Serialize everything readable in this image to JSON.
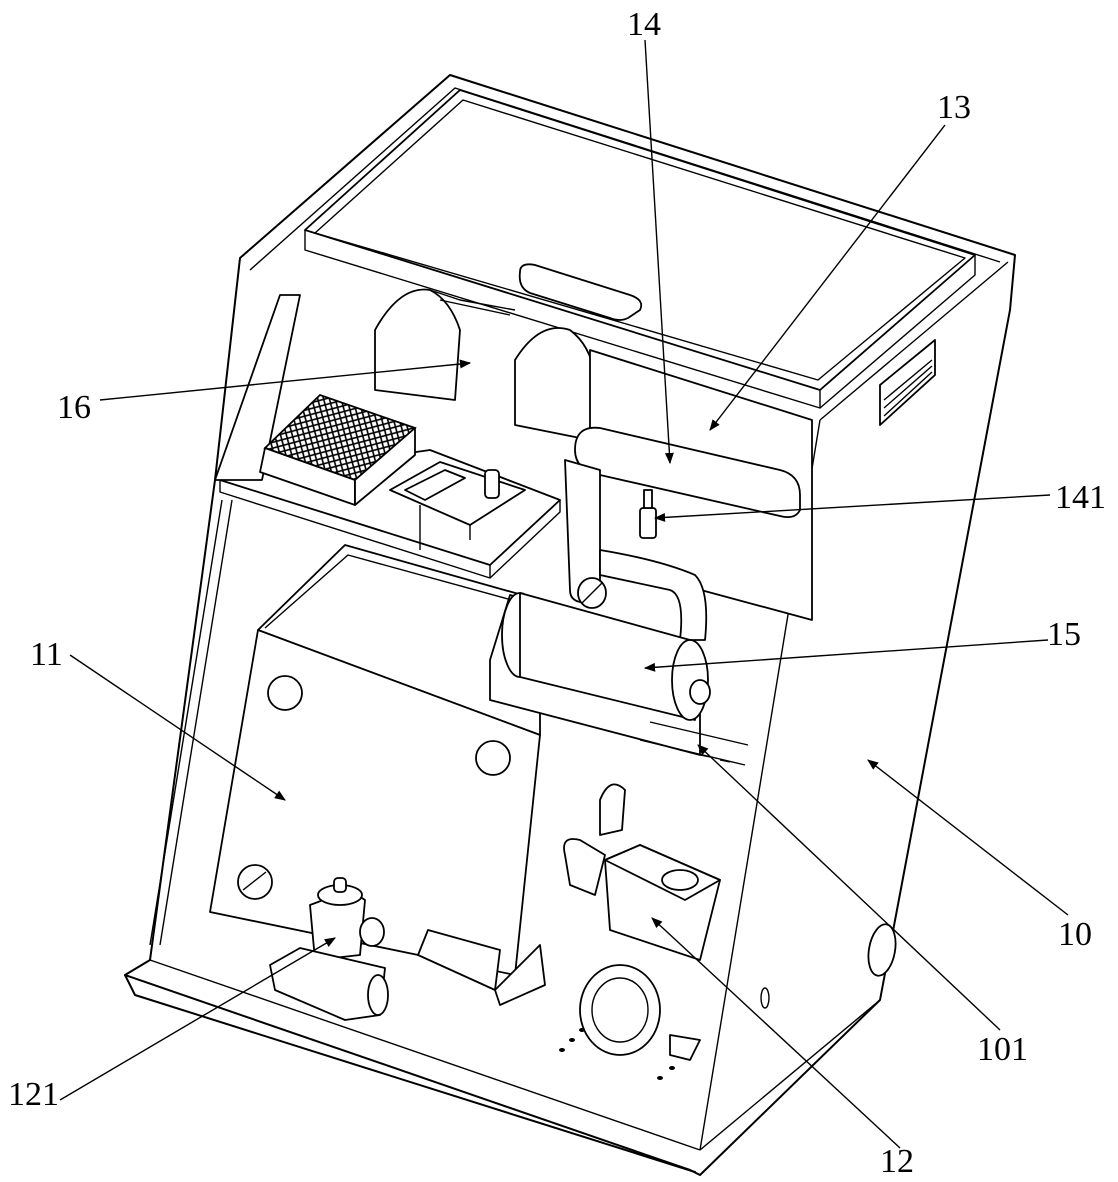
{
  "labels": {
    "l14": "14",
    "l13": "13",
    "l16": "16",
    "l141": "141",
    "l11": "11",
    "l15": "15",
    "l10": "10",
    "l101": "101",
    "l121": "121",
    "l12": "12"
  }
}
